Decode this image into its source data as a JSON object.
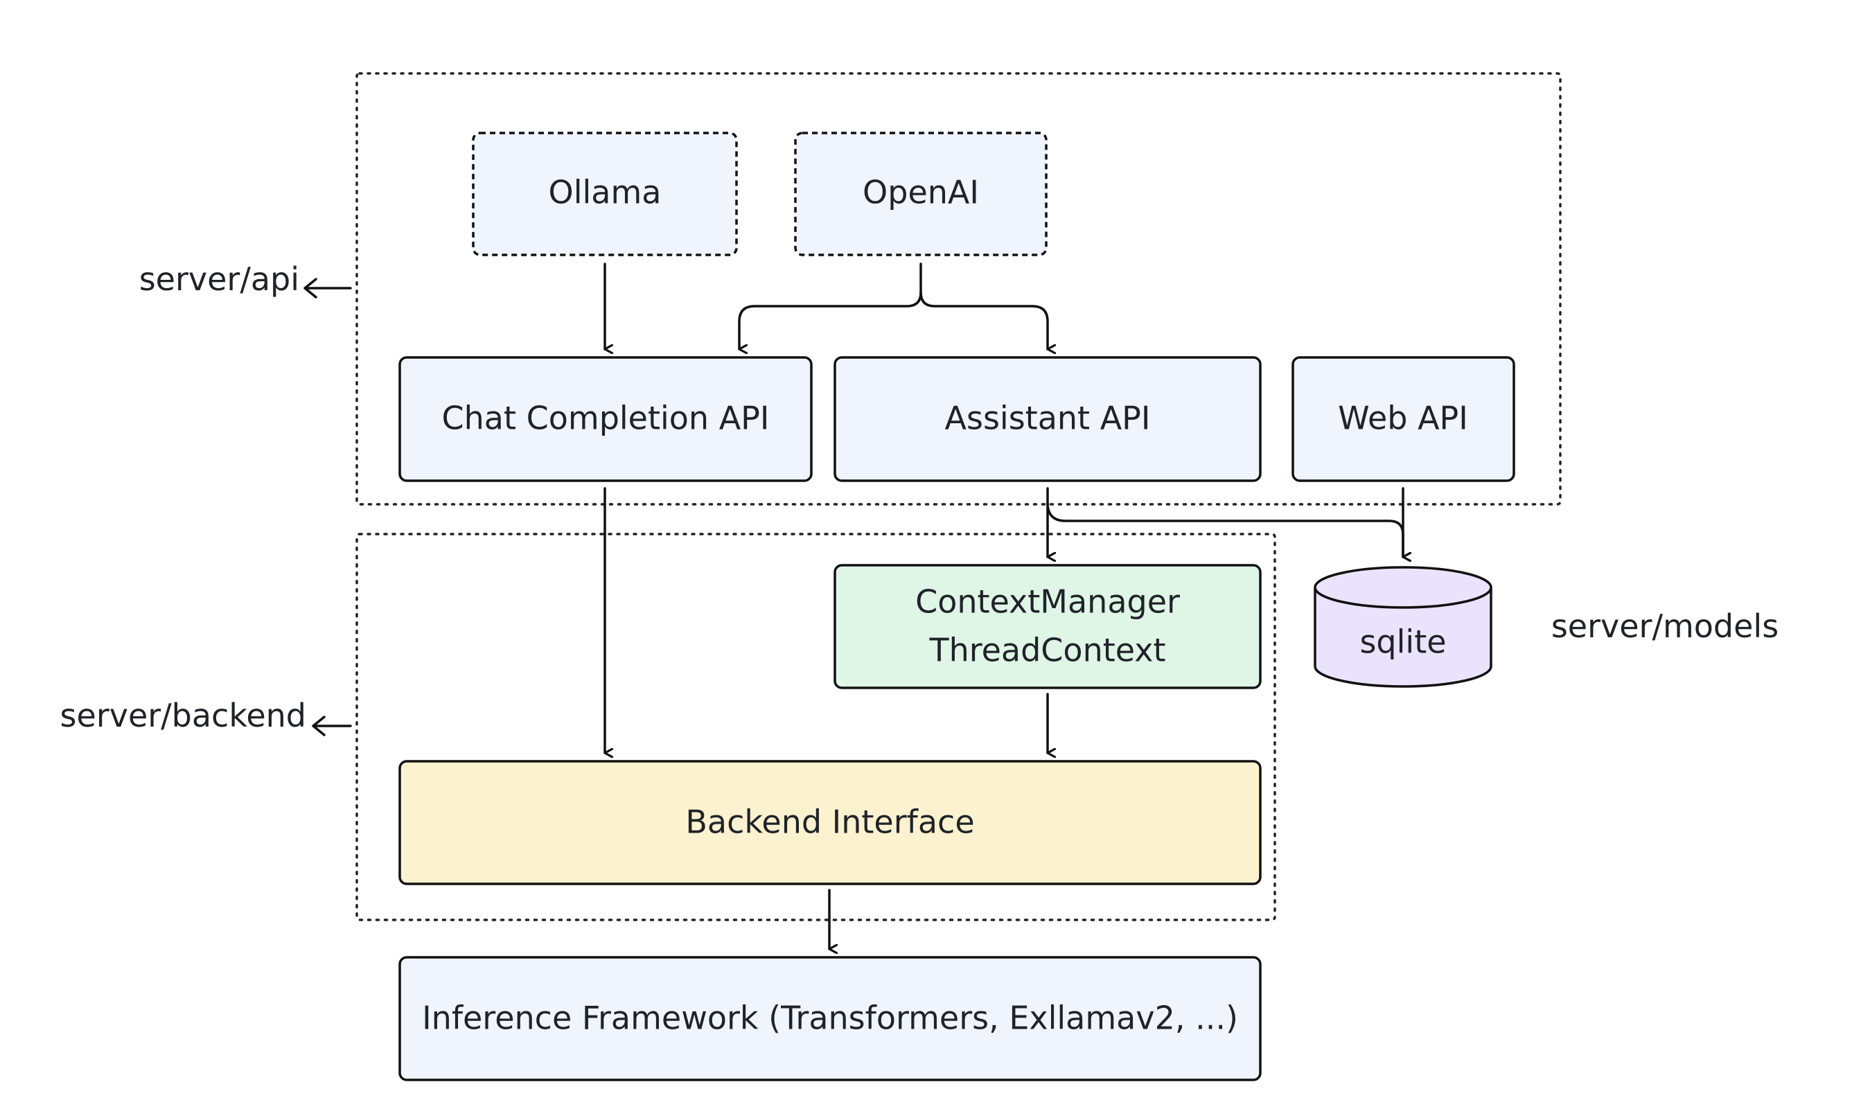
{
  "diagram": {
    "regions": {
      "api": "server/api",
      "backend": "server/backend",
      "models": "server/models"
    },
    "nodes": {
      "ollama": "Ollama",
      "openai": "OpenAI",
      "chat_completion_api": "Chat Completion API",
      "assistant_api": "Assistant API",
      "web_api": "Web API",
      "context_manager_line1": "ContextManager",
      "context_manager_line2": "ThreadContext",
      "sqlite": "sqlite",
      "backend_interface": "Backend Interface",
      "inference_framework": "Inference Framework (Transformers, Exllamav2, ...)"
    },
    "edges": [
      {
        "from": "Ollama",
        "to": "Chat Completion API"
      },
      {
        "from": "OpenAI",
        "to": "Chat Completion API"
      },
      {
        "from": "OpenAI",
        "to": "Assistant API"
      },
      {
        "from": "Chat Completion API",
        "to": "Backend Interface"
      },
      {
        "from": "Assistant API",
        "to": "ContextManager"
      },
      {
        "from": "Assistant API",
        "to": "sqlite"
      },
      {
        "from": "Web API",
        "to": "sqlite"
      },
      {
        "from": "ContextManager",
        "to": "Backend Interface"
      },
      {
        "from": "Backend Interface",
        "to": "Inference Framework (Transformers, Exllamav2, ...)"
      }
    ],
    "colors": {
      "api_box": "#eff4fd",
      "context_box": "#dff5e6",
      "backend_box": "#fdf2d0",
      "database": "#ebe3fd",
      "stroke": "#111111"
    }
  }
}
